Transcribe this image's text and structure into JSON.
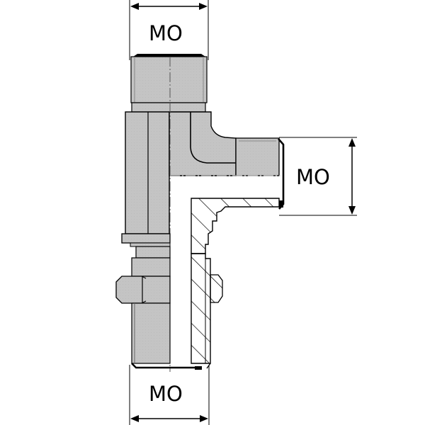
{
  "diagram": {
    "subject": "Tee fitting (swivel run tee) technical drawing, half section",
    "colors": {
      "body_fill": "#c4c4c4",
      "outline": "#000000",
      "background": "#ffffff",
      "hatch": "#000000"
    },
    "dimensions": {
      "top": {
        "label": "MO"
      },
      "right": {
        "label": "MO"
      },
      "bottom": {
        "label": "MO"
      }
    }
  }
}
